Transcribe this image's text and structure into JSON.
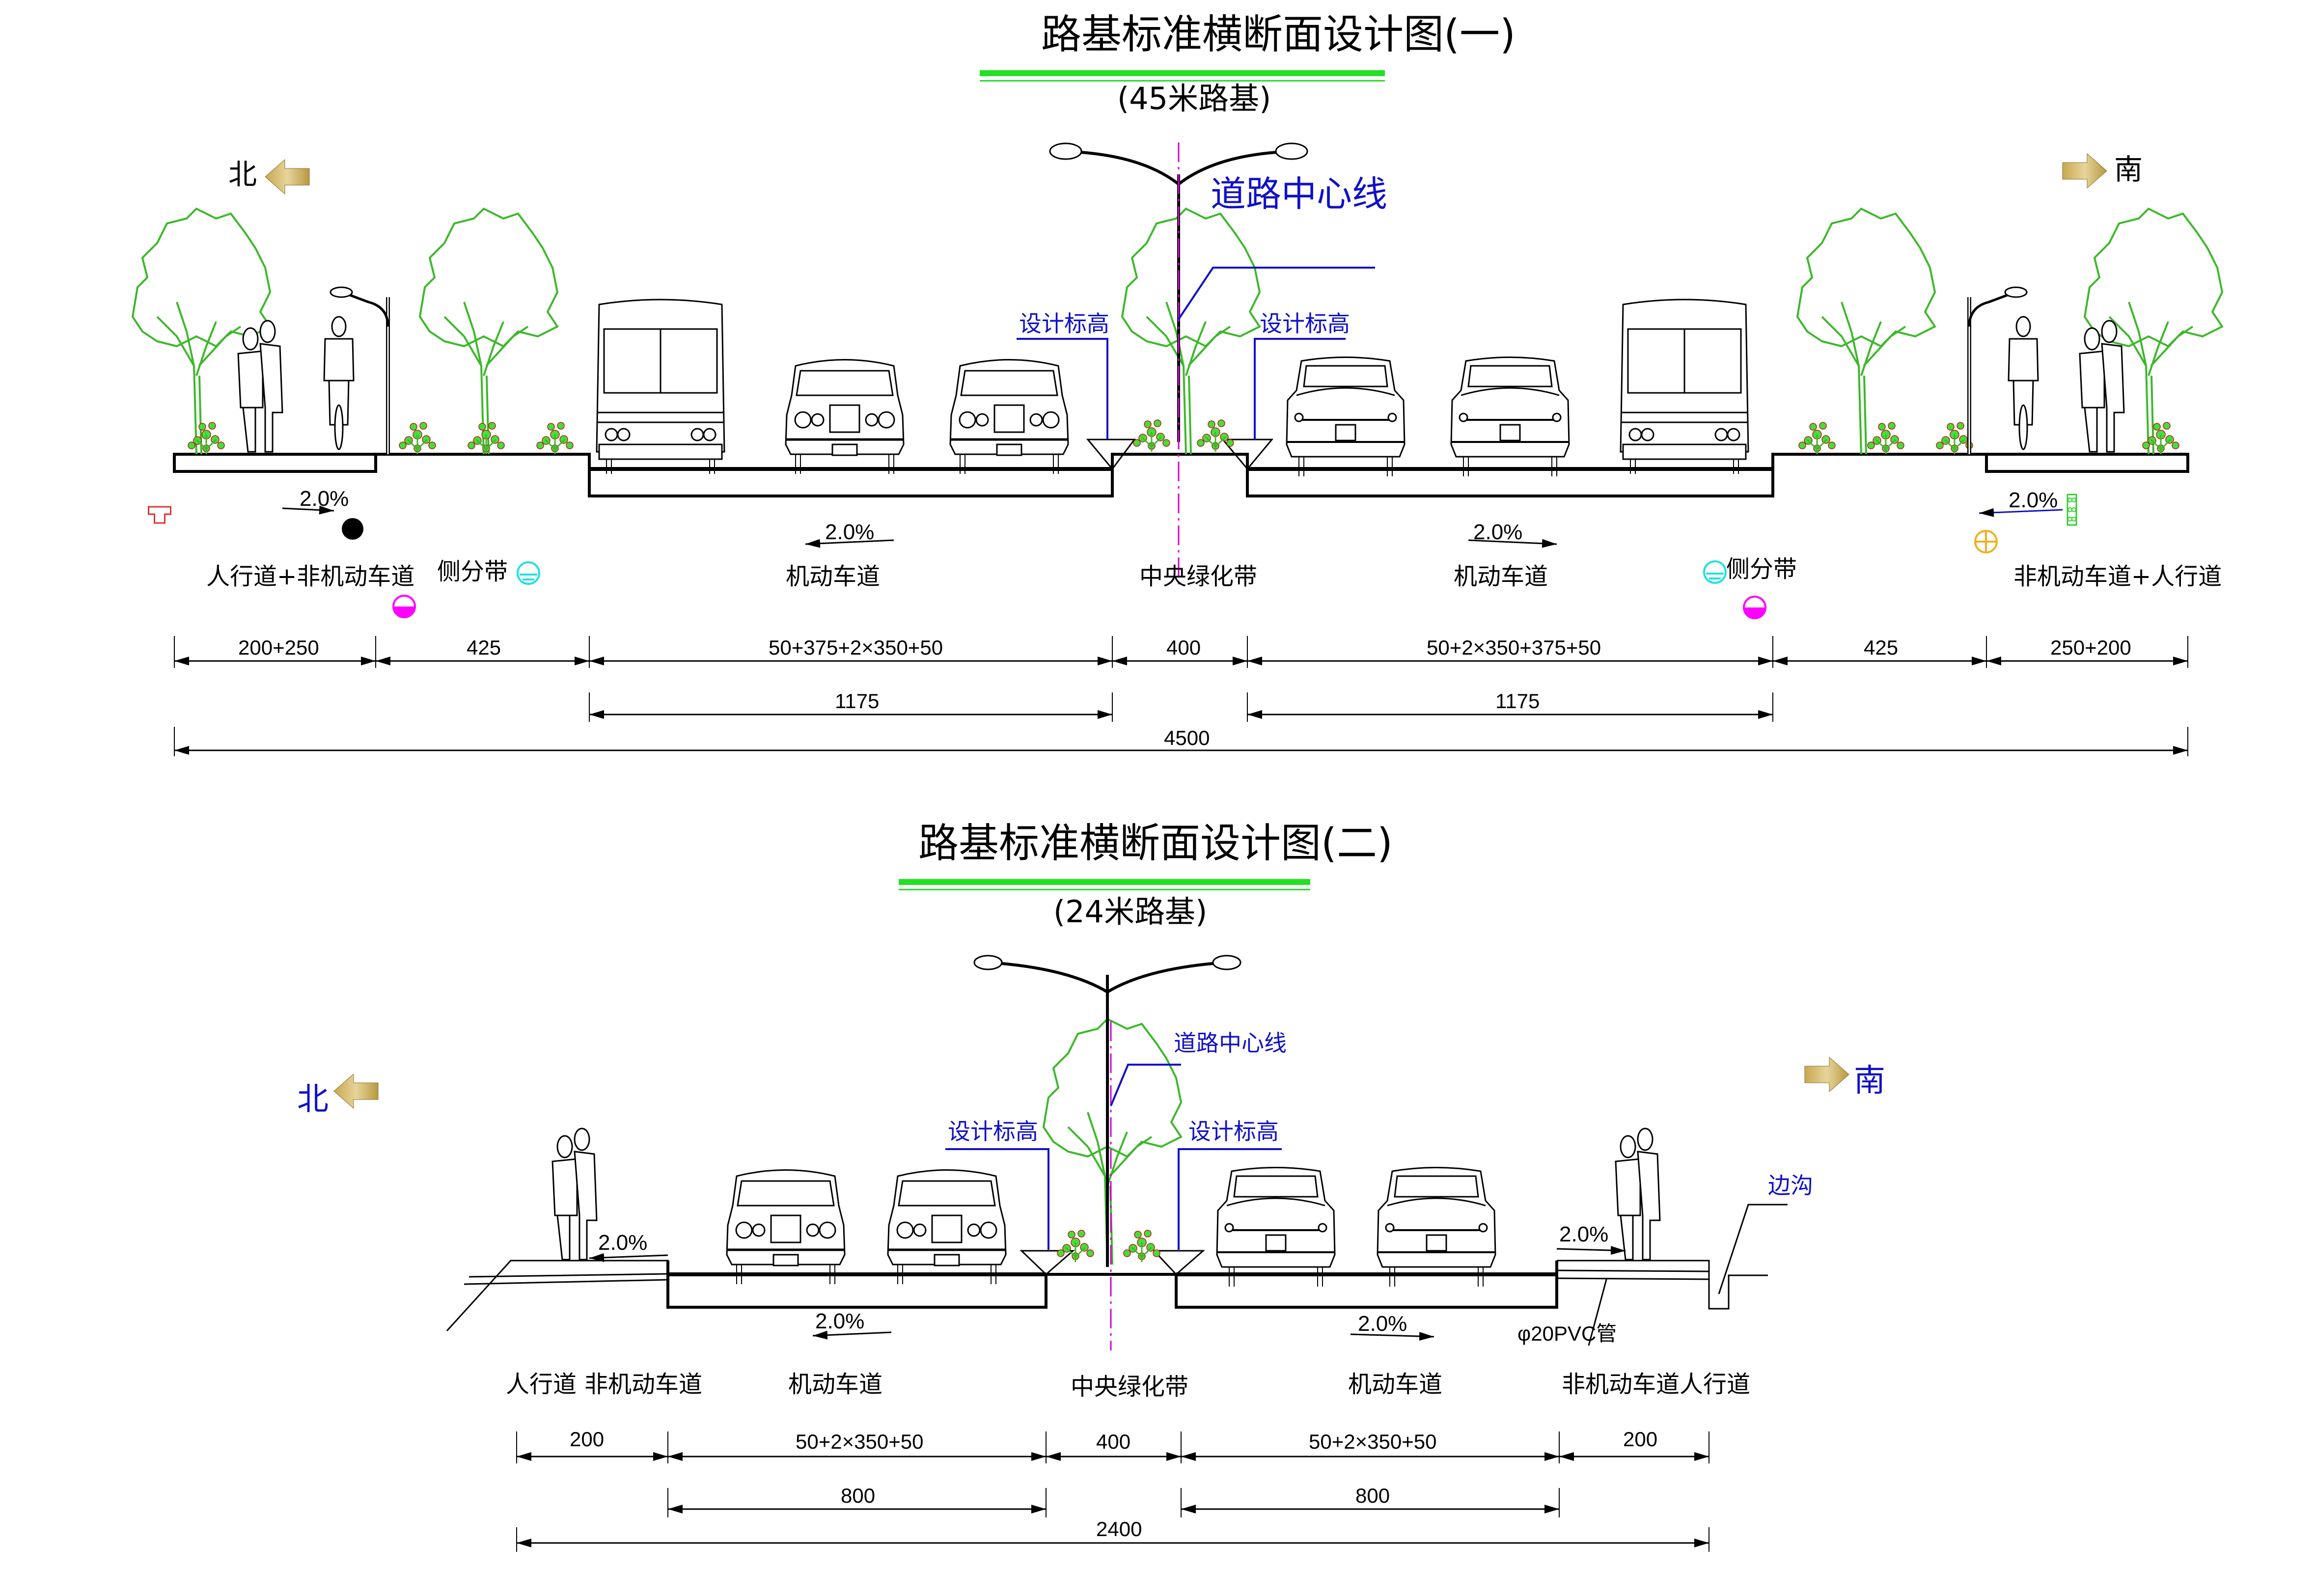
{
  "colors": {
    "title_underline": "#22e022",
    "tree": "#3cb82a",
    "leader_blue": "#1010c8",
    "centerline": "#d000d0",
    "arrow_gold": "#c8b060",
    "icon_cyan": "#20e0e0",
    "icon_magenta": "#ff00ff",
    "icon_orange": "#f0b020",
    "icon_green": "#30d030",
    "icon_red": "#e03030"
  },
  "section1": {
    "title": "路基标准横断面设计图(一)",
    "subtitle": "(45米路基)",
    "north_label": "北",
    "south_label": "南",
    "centerline_label": "道路中心线",
    "design_elevation_left": "设计标高",
    "design_elevation_right": "设计标高",
    "slopes": [
      "2.0%",
      "2.0%",
      "2.0%",
      "2.0%"
    ],
    "zone_labels": [
      "人行道+非机动车道",
      "侧分带",
      "机动车道",
      "中央绿化带",
      "机动车道",
      "侧分带",
      "非机动车道+人行道"
    ],
    "dimensions_row1": [
      "200+250",
      "425",
      "50+375+2×350+50",
      "400",
      "50+2×350+375+50",
      "425",
      "250+200"
    ],
    "dimensions_row2": [
      "1175",
      "1175"
    ],
    "dimension_total": "4500"
  },
  "section2": {
    "title": "路基标准横断面设计图(二)",
    "subtitle": "(24米路基)",
    "north_label": "北",
    "south_label": "南",
    "centerline_label": "道路中心线",
    "design_elevation_left": "设计标高",
    "design_elevation_right": "设计标高",
    "ditch_label": "边沟",
    "pipe_label": "φ20PVC管",
    "slopes": [
      "2.0%",
      "2.0%",
      "2.0%",
      "2.0%"
    ],
    "zone_labels": [
      "人行道",
      "非机动车道",
      "机动车道",
      "中央绿化带",
      "机动车道",
      "非机动车道人行道"
    ],
    "dimensions_row1": [
      "200",
      "50+2×350+50",
      "400",
      "50+2×350+50",
      "200"
    ],
    "dimensions_row2": [
      "800",
      "800"
    ],
    "dimension_total": "2400"
  }
}
